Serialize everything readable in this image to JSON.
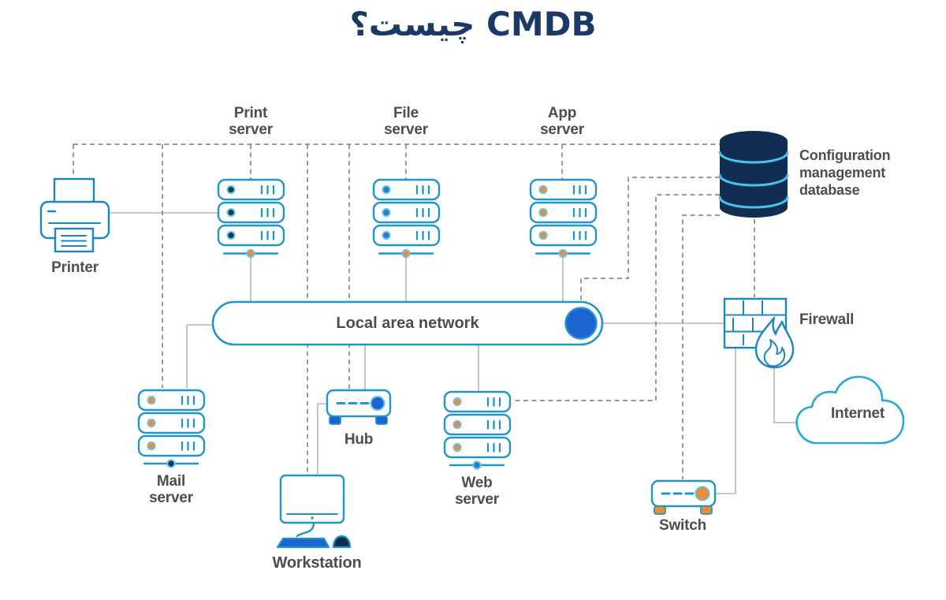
{
  "title": "CMDB چیست؟",
  "nodes": {
    "printer": {
      "label": "Printer"
    },
    "print_server": {
      "label": "Print server"
    },
    "file_server": {
      "label": "File server"
    },
    "app_server": {
      "label": "App server"
    },
    "cmdb": {
      "label": "Configuration management database"
    },
    "lan": {
      "label": "Local area network"
    },
    "firewall": {
      "label": "Firewall"
    },
    "internet": {
      "label": "Internet"
    },
    "mail_server": {
      "label": "Mail server"
    },
    "hub": {
      "label": "Hub"
    },
    "web_server": {
      "label": "Web server"
    },
    "switch": {
      "label": "Switch"
    },
    "workstation": {
      "label": "Workstation"
    }
  },
  "colors": {
    "title_navy": "#1b3966",
    "icon_teal": "#2095c8",
    "deep_teal": "#1b86c0",
    "navy_fill": "#112e52",
    "cyan_arc": "#41c6f2",
    "royal_blue": "#1c64d2",
    "orange": "#f08b33",
    "blue_dot": "#1d7fd4",
    "dark_dot": "#0c3d52",
    "label_gray": "#4d4d4d",
    "dashed_line_gray": "#8a8a8a",
    "solid_line_gray": "#b5b5b5"
  },
  "connections": {
    "dashed_to_cmdb": [
      "Printer",
      "Mail server",
      "Print server",
      "Workstation",
      "Hub",
      "File server",
      "App server",
      "Local area network",
      "Web server",
      "Switch",
      "Firewall"
    ],
    "solid_network": [
      "Printer — Print server",
      "Print server — LAN",
      "File server — LAN",
      "App server — LAN",
      "Mail server — LAN",
      "LAN — Hub",
      "Hub — Workstation",
      "LAN — Web server",
      "LAN — Firewall",
      "Switch — Firewall",
      "Firewall — Internet"
    ]
  }
}
